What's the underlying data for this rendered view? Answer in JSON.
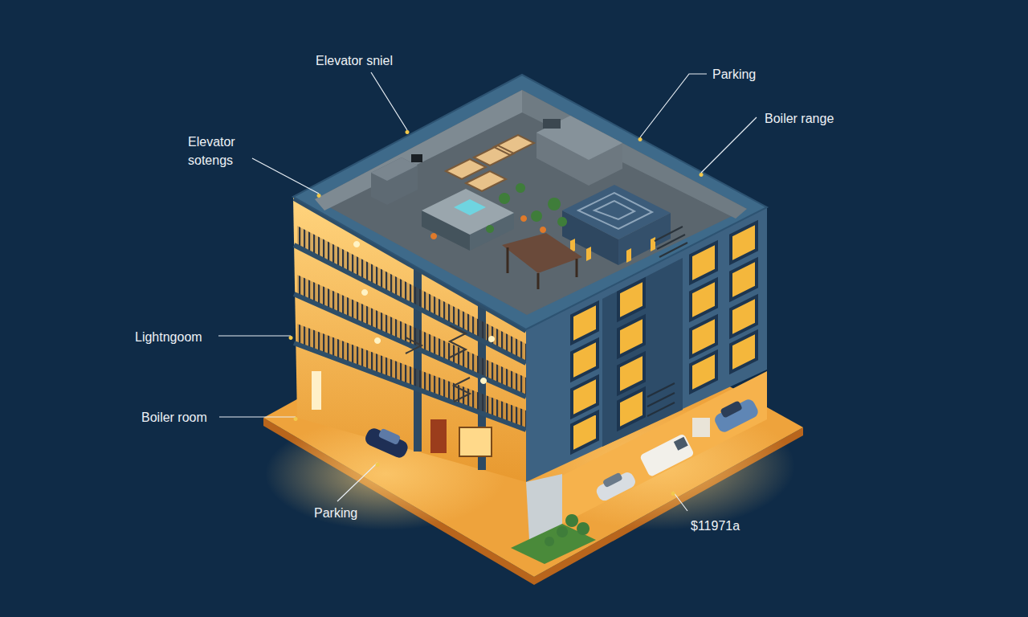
{
  "diagram": {
    "labels": [
      "Elevator sniel",
      "Parking",
      "Boiler range",
      "Elevator sotengs",
      "Lightngoom",
      "Boiler room",
      "Parking",
      "$11971a"
    ]
  }
}
